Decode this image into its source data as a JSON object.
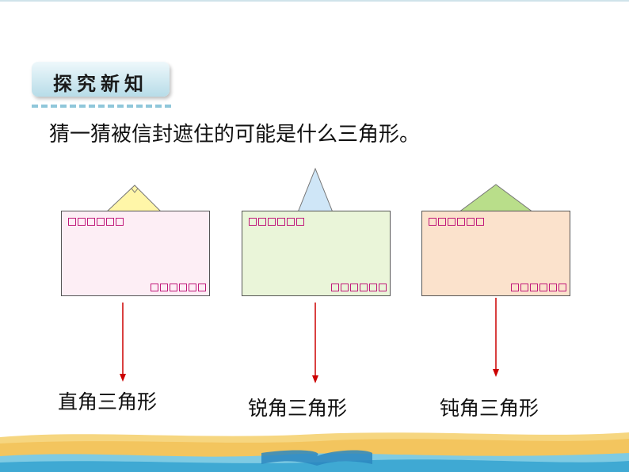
{
  "section": {
    "title": "探究新知"
  },
  "question": "猜一猜被信封遮住的可能是什么三角形。",
  "envelopes": [
    {
      "fill": "#fdeef5",
      "triangle_fill": "#fff6a8",
      "answer": "直角三角形"
    },
    {
      "fill": "#eaf5d9",
      "triangle_fill": "#cfe6f7",
      "answer": "锐角三角形"
    },
    {
      "fill": "#fbe2cc",
      "triangle_fill": "#b9de8a",
      "answer": "钝角三角形"
    }
  ],
  "colors": {
    "arrow": "#cc0000",
    "stamp_box": "#c0187a",
    "accent": "#8fc7da"
  }
}
